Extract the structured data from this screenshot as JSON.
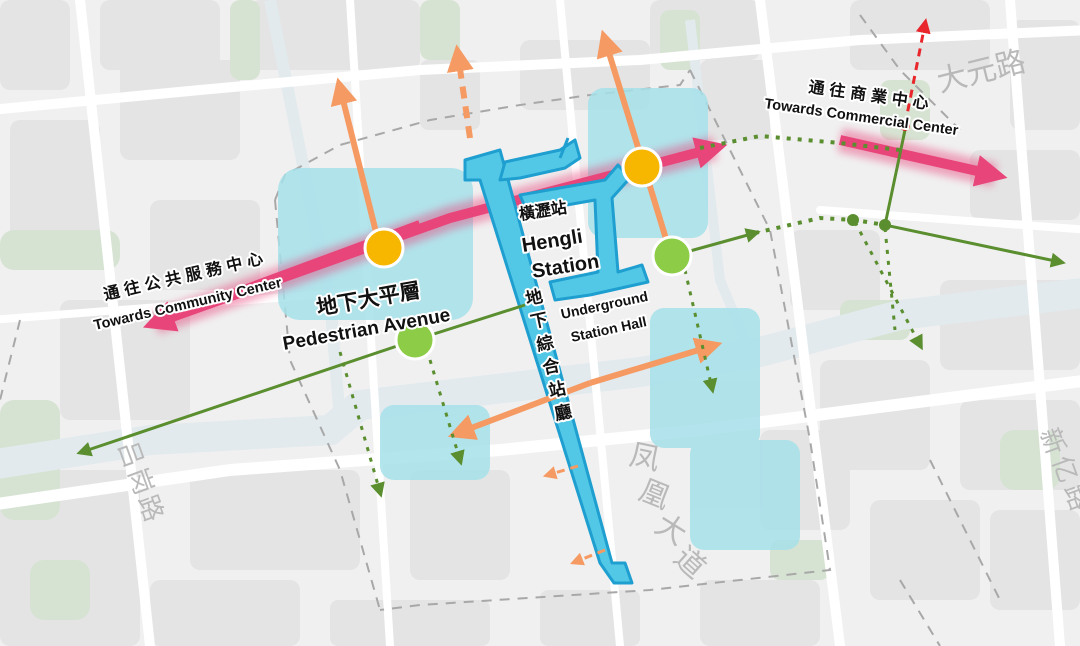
{
  "labels": {
    "commercial_cn": "通往商業中心",
    "commercial_en": "Towards Commercial Center",
    "community_cn": "通往公共服務中心",
    "community_en": "Towards Community Center",
    "avenue_cn": "地下大平層",
    "avenue_en": "Pedestrian Avenue",
    "station_cn": "橫瀝站",
    "station_en_1": "Hengli",
    "station_en_2": "Station",
    "hall_cn": [
      "地",
      "下",
      "綜",
      "合",
      "站",
      "廳"
    ],
    "hall_en_1": "Underground",
    "hall_en_2": "Station Hall"
  },
  "roads": {
    "top_right": "大元路",
    "phoenix": [
      "凤",
      "凰",
      "大",
      "道"
    ],
    "left": [
      "吕",
      "岗",
      "路"
    ],
    "right": [
      "新",
      "亿",
      "路"
    ]
  },
  "colors": {
    "station": "#53c8e6",
    "station_outline": "#1e9fd0",
    "plot": "#a6e0ea",
    "pink_arrow": "#e8457a",
    "orange_arrow": "#f59a62",
    "green_line": "#5a8e2f",
    "green_dot": "#8ccc46",
    "yellow_dot": "#f7b600",
    "red_arrow": "#e8262c",
    "boundary": "#a8a8a8"
  }
}
